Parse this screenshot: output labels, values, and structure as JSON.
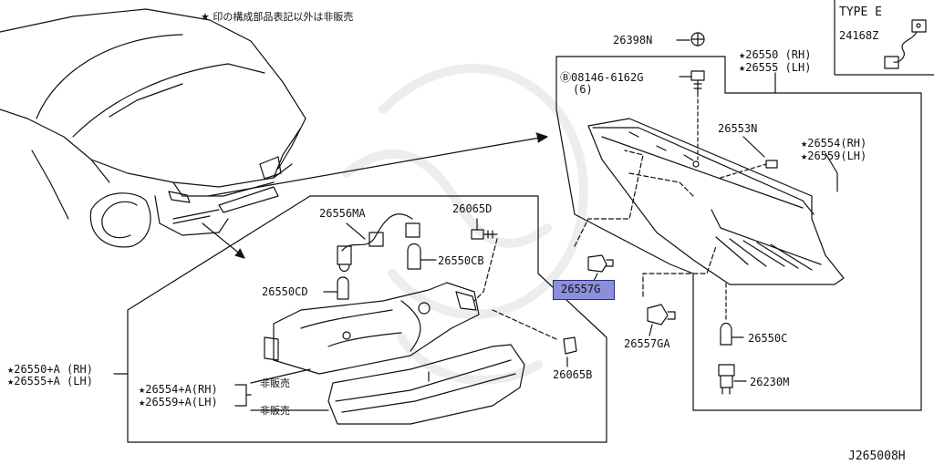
{
  "note": "★ 印の構成部品表記以外は非販売",
  "type_box": {
    "title": "TYPE E",
    "part": "24168Z"
  },
  "labels": {
    "p26398N": "26398N",
    "p26550_rh": "★26550 (RH)",
    "p26555_lh": "★26555 (LH)",
    "bolt": "Ⓑ08146-6162G",
    "bolt_qty": "(6)",
    "p26553N": "26553N",
    "p26554_rh": "★26554(RH)",
    "p26559_lh": "★26559(LH)",
    "p26556MA": "26556MA",
    "p26065D": "26065D",
    "p26550CB": "26550CB",
    "p26550CD": "26550CD",
    "p26557G": "26557G",
    "p26557GA": "26557GA",
    "p26550C": "26550C",
    "p26065B": "26065B",
    "p26230M": "26230M",
    "p26550A_rh": "★26550+A (RH)",
    "p26555A_lh": "★26555+A (LH)",
    "p26554A_rh": "★26554+A(RH)",
    "p26559A_lh": "★26559+A(LH)",
    "not_sold_1": "非販売",
    "not_sold_2": "非販売",
    "diagram_code": "J265008H"
  },
  "colors": {
    "highlight": "#8c8fd9",
    "line": "#111111"
  }
}
